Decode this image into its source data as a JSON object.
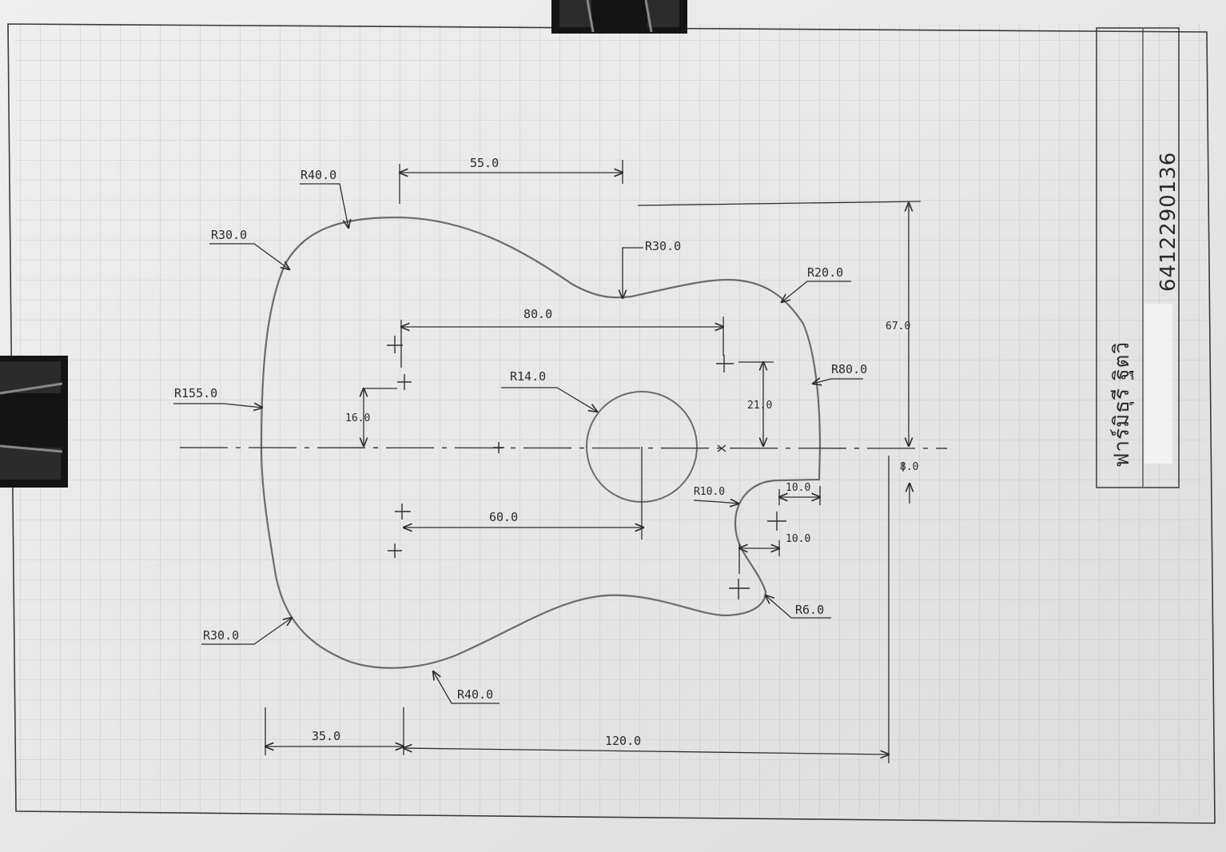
{
  "drawing": {
    "colors": {
      "paper": "#e9e9e9",
      "grid": "#b9b9b9",
      "ink": "#2e2e2e",
      "outline": "#6b6b6b",
      "clip": "#141414"
    },
    "dimensions": {
      "top_width": "55.0",
      "hole_offset": "80.0",
      "hole_to_edge": "60.0",
      "total_length": "120.0",
      "left_offset": "35.0",
      "height": "67.0",
      "upper_offset": "16.0",
      "right_offset": "21.0",
      "bottom_step": "8.0",
      "notch_width_top": "10.0",
      "notch_width_bottom": "10.0"
    },
    "radii": {
      "upper_bout": "R40.0",
      "upper_left": "R30.0",
      "waist": "R30.0",
      "upper_right": "R20.0",
      "right_side": "R80.0",
      "left_side": "R155.0",
      "sound_hole": "R14.0",
      "lower_left": "R30.0",
      "lower_bout": "R40.0",
      "notch_inner": "R10.0",
      "notch_corner": "R6.0"
    },
    "title_block": {
      "name": "ฟาร์มิธุรี ฐิตวิ",
      "student_id": "6412290136"
    }
  }
}
